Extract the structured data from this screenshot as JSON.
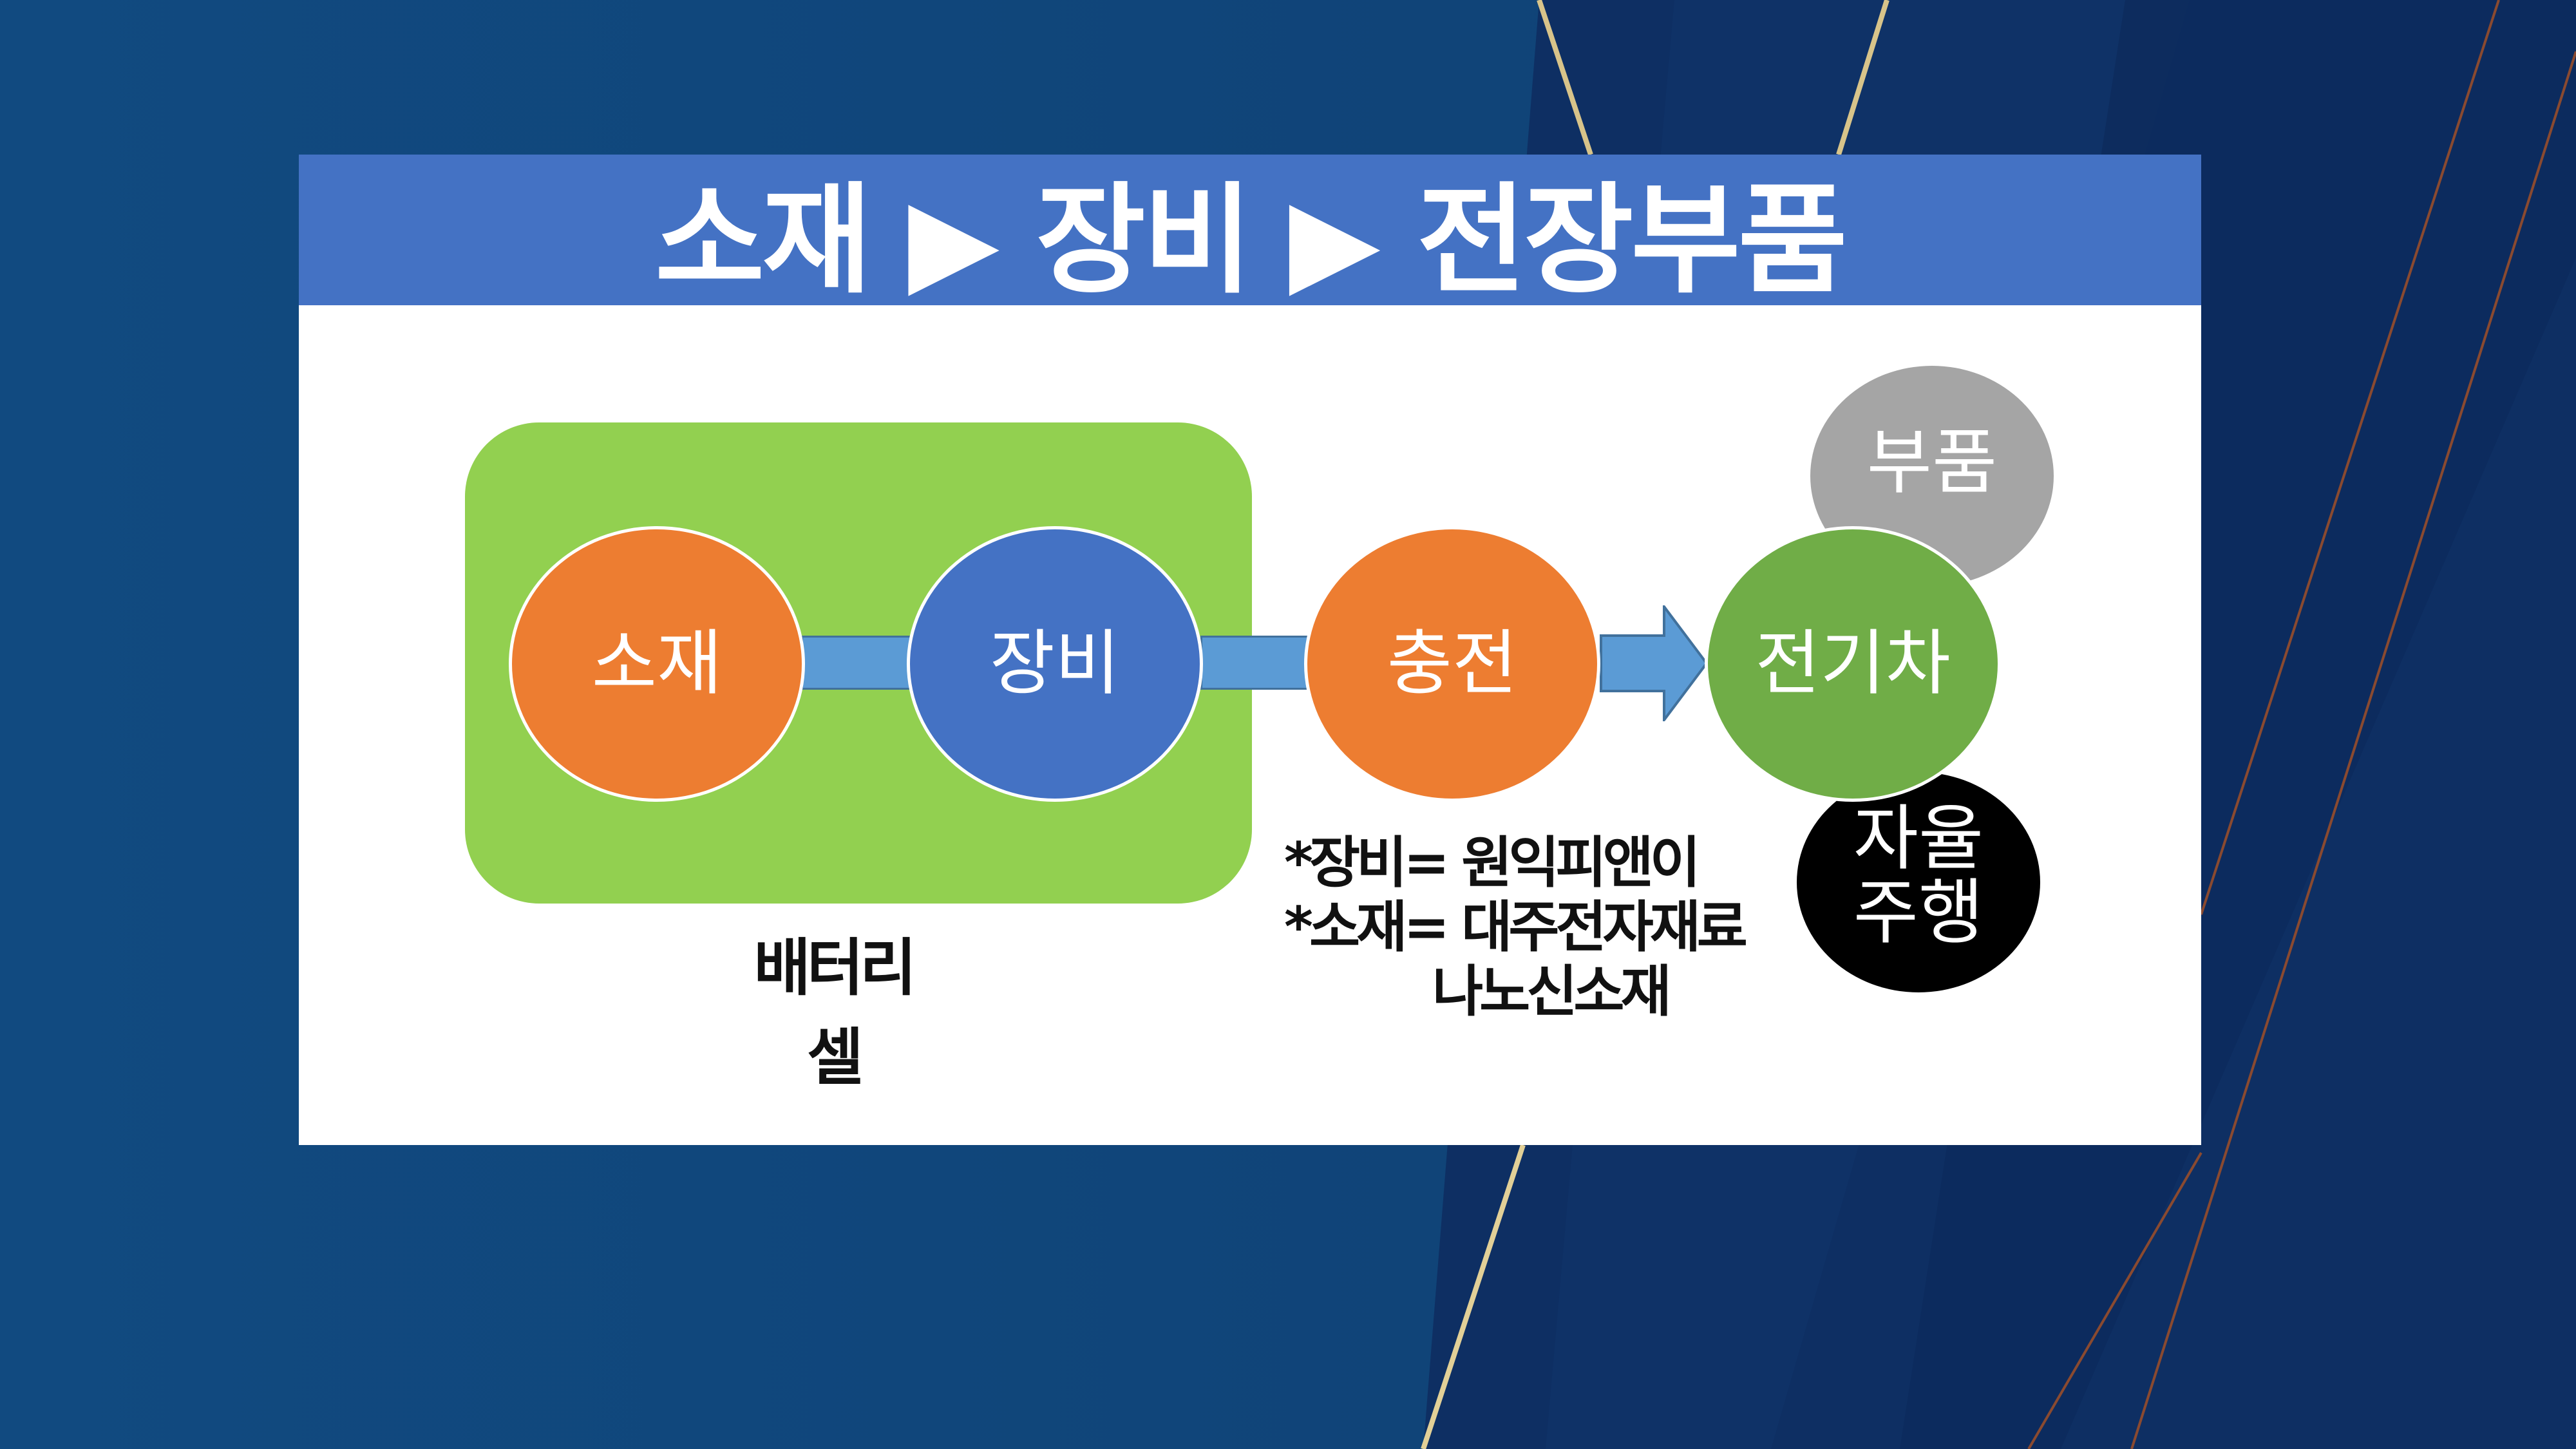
{
  "title": "소재 ▶ 장비 ▶ 전장부품",
  "nodes": {
    "material": "소재",
    "equipment": "장비",
    "charging": "충전",
    "ev": "전기차",
    "parts": "부품",
    "autonomous_line1": "자율",
    "autonomous_line2": "주행"
  },
  "group_label": "배터리 셀",
  "notes": [
    "*장비= 원익피앤이",
    "*소재= 대주전자재료",
    "나노신소재"
  ],
  "colors": {
    "header": "#4472c4",
    "group": "#92d050",
    "orange": "#ed7d31",
    "blue": "#4472c4",
    "green": "#70ad47",
    "gray": "#a5a5a5",
    "connector": "#5b9bd5"
  }
}
